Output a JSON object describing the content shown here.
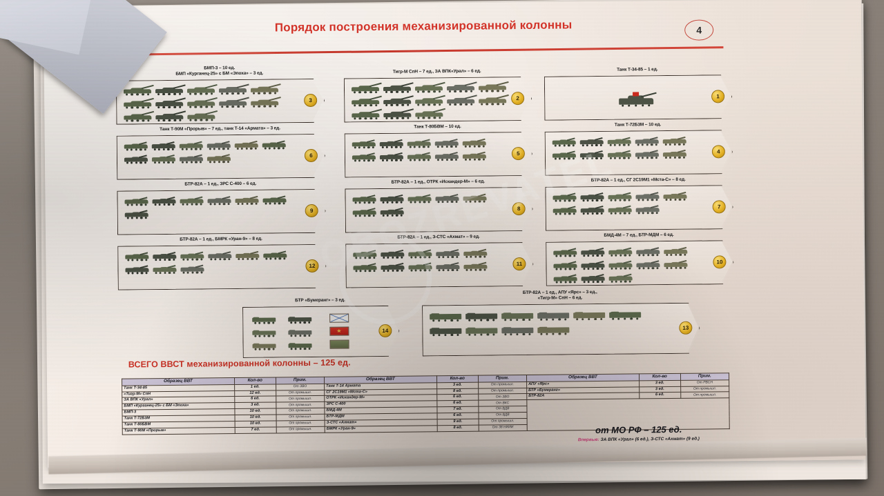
{
  "document": {
    "title": "Порядок построения механизированной колонны",
    "page_number": "4",
    "total_line": "ВСЕГО ВВСТ механизированной колонны – 125 ед.",
    "watermark": "OBOZREVATEL"
  },
  "sectors": [
    {
      "number": "3",
      "labels": [
        "БМП-3 – 10 ед.",
        "БМП «Курганец-25» с БМ «Эпоха» – 3 ед."
      ],
      "row": 1,
      "col": 1
    },
    {
      "number": "2",
      "labels": [
        "Тигр-М СпН – 7 ед., ЗА ВПК«Урал» – 6 ед."
      ],
      "row": 1,
      "col": 2
    },
    {
      "number": "1",
      "labels": [
        "Танк Т-34-85 – 1 ед."
      ],
      "row": 1,
      "col": 3
    },
    {
      "number": "6",
      "labels": [
        "Танк Т-90М «Прорыв» – 7 ед., танк Т-14 «Армата» – 3 ед."
      ],
      "row": 2,
      "col": 1
    },
    {
      "number": "5",
      "labels": [
        "Танк Т-80БВМ – 10 ед."
      ],
      "row": 2,
      "col": 2
    },
    {
      "number": "4",
      "labels": [
        "Танк Т-72Б3М – 10 ед."
      ],
      "row": 2,
      "col": 3
    },
    {
      "number": "9",
      "labels": [
        "БТР-82А – 1 ед., ЗРС С-400 – 6 ед."
      ],
      "row": 3,
      "col": 1
    },
    {
      "number": "8",
      "labels": [
        "БТР-82А – 1 ед., ОТРК «Искандер-М» – 6 ед."
      ],
      "row": 3,
      "col": 2
    },
    {
      "number": "7",
      "labels": [
        "БТР-82А – 1 ед., СГ 2С19М1 «Мста-С» – 8 ед."
      ],
      "row": 3,
      "col": 3
    },
    {
      "number": "12",
      "labels": [
        "БТР-82А – 1 ед., БМРК «Уран-9» – 8 ед."
      ],
      "row": 4,
      "col": 1
    },
    {
      "number": "11",
      "labels": [
        "БТР-82А – 1 ед., З-СТС «Ахмат» – 9 ед."
      ],
      "row": 4,
      "col": 2
    },
    {
      "number": "10",
      "labels": [
        "БМД-4М – 7 ед., БТР-МДМ – 6 ед."
      ],
      "row": 4,
      "col": 3
    },
    {
      "number": "14",
      "labels": [
        "БТР «Бумеранг» – 3 ед."
      ],
      "row": 5,
      "col": 1
    },
    {
      "number": "13",
      "labels": [
        "БТР-82А – 1 ед., АПУ «Ярс» – 3 ед.,",
        "«Тигр-М» СпН – 6 ед."
      ],
      "row": 5,
      "col": 2
    }
  ],
  "table": {
    "headers": [
      "Образец ВВТ",
      "Кол-во",
      "Прим."
    ],
    "groups": [
      {
        "rows": [
          {
            "name": "Танк Т-34-85",
            "qty": "1 ед.",
            "note": "От ЗВО"
          },
          {
            "name": "«Тигр-М» СпН",
            "qty": "12 ед.",
            "note": "От промышл."
          },
          {
            "name": "ЗА ВПК «Урал»",
            "qty": "6 ед.",
            "note": "От промышл."
          },
          {
            "name": "БМП «Курганец-25» с БМ «Эпоха»",
            "qty": "3 ед.",
            "note": "От промышл."
          },
          {
            "name": "БМП-3",
            "qty": "10 ед.",
            "note": "От промышл."
          },
          {
            "name": "Танк Т-72Б3М",
            "qty": "10 ед.",
            "note": "От промышл."
          },
          {
            "name": "Танк Т-80БВМ",
            "qty": "10 ед.",
            "note": "От промышл."
          },
          {
            "name": "Танк Т-90М «Прорыв»",
            "qty": "7 ед.",
            "note": "От промышл."
          }
        ]
      },
      {
        "rows": [
          {
            "name": "Танк Т-14 Армата",
            "qty": "3 ед.",
            "note": "От промышл."
          },
          {
            "name": "СГ 2С19М1 «Мста-С»",
            "qty": "8 ед.",
            "note": "От промышл."
          },
          {
            "name": "ОТРК «Искандер-М»",
            "qty": "6 ед.",
            "note": "От ЗВО"
          },
          {
            "name": "ЗРС С-400",
            "qty": "6 ед.",
            "note": "От ВКС"
          },
          {
            "name": "БМД-4М",
            "qty": "7 ед.",
            "note": "От ВДВ"
          },
          {
            "name": "БТР-МДМ",
            "qty": "6 ед.",
            "note": "От ВДВ"
          },
          {
            "name": "З-СТС «Ахмат»",
            "qty": "9 ед.",
            "note": "От промышл."
          },
          {
            "name": "БМРК «Уран-9»",
            "qty": "8 ед.",
            "note": "От 38 НИИИ"
          }
        ]
      },
      {
        "rows": [
          {
            "name": "АПУ «Ярс»",
            "qty": "3 ед.",
            "note": "От РВСН"
          },
          {
            "name": "БТР «Бумеранг»",
            "qty": "3 ед.",
            "note": "От промышл."
          },
          {
            "name": "БТР-82А",
            "qty": "6 ед.",
            "note": "От промышл."
          }
        ]
      }
    ],
    "summary_main": "от МО РФ – 125 ед.",
    "summary_note_prefix": "Впервые:",
    "summary_note": " ЗА ВПК «Урал» (6 ед.), З-СТС «Ахмат» (9 ед.)"
  },
  "colors": {
    "title_red": "#d8352a",
    "badge_gold": "#e8b323",
    "paper": "#f7efe8",
    "table_header": "#cfc7da"
  }
}
